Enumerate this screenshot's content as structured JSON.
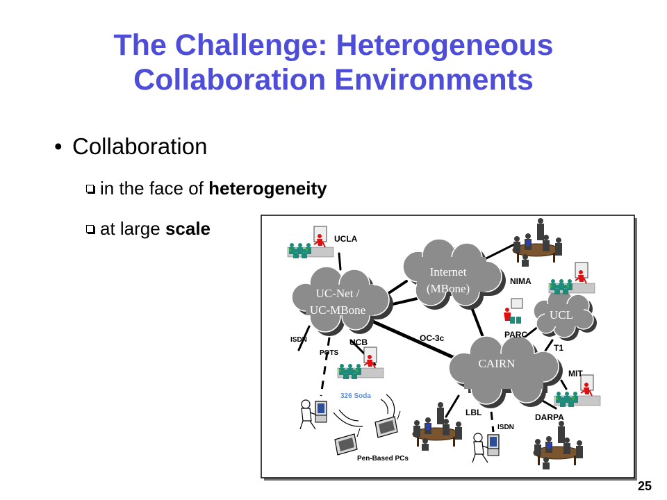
{
  "slide": {
    "title_line1": "The Challenge: Heterogeneous",
    "title_line2": "Collaboration Environments",
    "bullet": "Collaboration",
    "sub1_pre": "in the face of ",
    "sub1_bold": "heterogeneity",
    "sub2_pre": "at large ",
    "sub2_bold": "scale",
    "page_number": "25"
  },
  "diagram": {
    "clouds": {
      "ucnet_l1": "UC-Net /",
      "ucnet_l2": "UC-MBone",
      "internet_l1": "Internet",
      "internet_l2": "(MBone)",
      "cairn": "CAIRN",
      "ucl": "UCL"
    },
    "labels": {
      "ucla": "UCLA",
      "nima": "NIMA",
      "parc": "PARC",
      "ucb": "UCB",
      "oc3c": "OC-3c",
      "t1": "T1",
      "mit": "MIT",
      "isdn_left": "ISDN",
      "pots": "POTS",
      "soda": "326 Soda",
      "lbl": "LBL",
      "isdn_bottom": "ISDN",
      "darpa": "DARPA",
      "pen_pcs": "Pen-Based PCs"
    },
    "colors": {
      "cloud_fill": "#8c8c8c",
      "cloud_shadow": "#3a3a3a",
      "title": "#4d4dd9",
      "presenter_red": "#e01010",
      "audience_teal": "#1e8a7a",
      "soda_label": "#5b8fd6"
    }
  }
}
